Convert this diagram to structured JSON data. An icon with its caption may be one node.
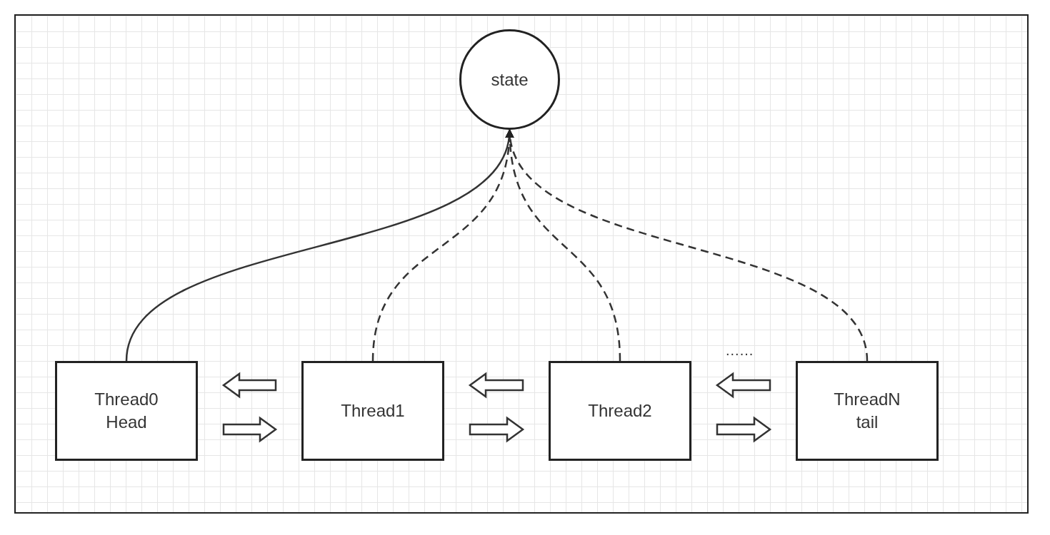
{
  "diagram": {
    "nodes": [
      {
        "text": [
          "state"
        ]
      },
      {
        "text": [
          "Thread0",
          "Head"
        ]
      },
      {
        "text": [
          "Thread1"
        ]
      },
      {
        "text": [
          "Thread2"
        ]
      },
      {
        "text": [
          "ThreadN",
          "tail"
        ]
      }
    ],
    "edges": [
      {
        "from": 1,
        "to": 0,
        "arrow": "to"
      },
      {
        "from": 2,
        "to": 0,
        "arrow": "to",
        "style": "dashed"
      },
      {
        "from": 3,
        "to": 0,
        "arrow": "to",
        "style": "dashed"
      },
      {
        "from": 4,
        "to": 0,
        "arrow": "to",
        "style": "dashed"
      },
      {
        "from": 2,
        "to": 1,
        "arrow": "to",
        "style": "thick"
      },
      {
        "from": 1,
        "to": 2,
        "arrow": "to",
        "style": "thick"
      },
      {
        "from": 3,
        "to": 2,
        "arrow": "to",
        "style": "thick"
      },
      {
        "from": 2,
        "to": 3,
        "arrow": "to",
        "style": "thick"
      },
      {
        "from": 4,
        "to": 3,
        "arrow": "to",
        "style": "thick"
      },
      {
        "from": 3,
        "to": 4,
        "arrow": "to",
        "style": "thick"
      }
    ],
    "labels": [
      "......"
    ]
  }
}
